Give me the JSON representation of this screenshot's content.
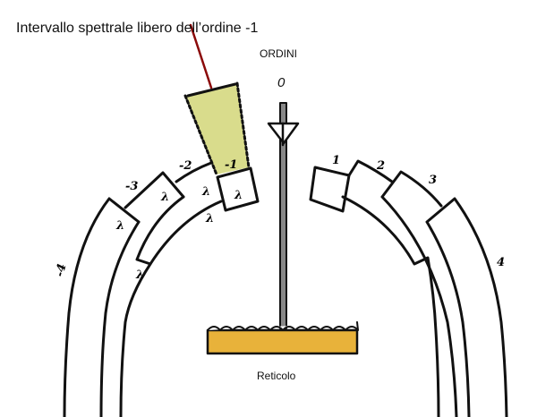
{
  "title": "Intervallo spettrale libero dell’ordine -1",
  "orders_label": "ORDINI",
  "zero_order": "0",
  "grating_label": "Reticolo",
  "left_orders": [
    "-1",
    "-2",
    "-3",
    "-4"
  ],
  "right_orders": [
    "1",
    "2",
    "3",
    "4"
  ],
  "lambda_symbol": "λ",
  "colors": {
    "highlight": "#d9dc8c",
    "pointer": "#8b0a0a",
    "grating": "#e8b23a",
    "ink": "#111111"
  }
}
